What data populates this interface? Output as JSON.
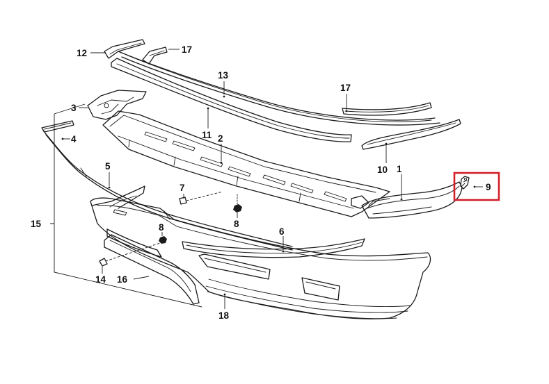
{
  "labels": {
    "p1": "1",
    "p2": "2",
    "p3": "3",
    "p4": "4",
    "p5": "5",
    "p6": "6",
    "p7": "7",
    "p8a": "8",
    "p8b": "8",
    "p9": "9",
    "p10": "10",
    "p11": "11",
    "p12": "12",
    "p13": "13",
    "p14": "14",
    "p15": "15",
    "p16": "16",
    "p17a": "17",
    "p17b": "17",
    "p18": "18"
  },
  "highlight": {
    "part": "9",
    "color": "#d21f2b"
  }
}
